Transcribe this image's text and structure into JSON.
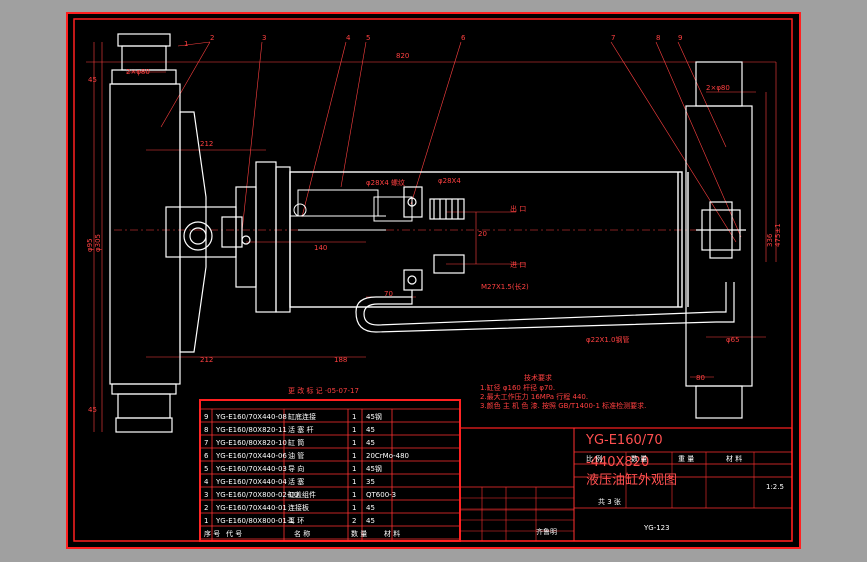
{
  "title_block": {
    "drawing_title_line1": "YG-E160/70",
    "drawing_title_line2": "-440X820",
    "drawing_title_line3": "液压油缸外观图",
    "drawing_number": "YG-123",
    "scale": "1:2.5",
    "sheet_count": "共 3 张",
    "school": "齐鲁明",
    "header_cells": [
      "比 例",
      "数 量",
      "重 量",
      "材 料"
    ]
  },
  "tech_requirements": {
    "heading": "技术要求",
    "lines": [
      "1.缸径 φ160 杆径 φ70.",
      "2.最大工作压力 16MPa 行程 440.",
      "3.颜色 主 机 色 漆.  按照 GB/T1400-1  标准检测要求."
    ]
  },
  "revision_note": "更 改 标 记 ·05-07-17",
  "parts_list": {
    "rows": [
      {
        "no": "9",
        "code": "YG-E160/70X440-08",
        "name": "缸底连接",
        "qty": "1",
        "material": "45钢"
      },
      {
        "no": "8",
        "code": "YG-E160/80X820-11",
        "name": "活 塞 杆",
        "qty": "1",
        "material": "45"
      },
      {
        "no": "7",
        "code": "YG-E160/80X820-10",
        "name": "缸 筒",
        "qty": "1",
        "material": "45"
      },
      {
        "no": "6",
        "code": "YG-E160/70X440-06",
        "name": "油 管",
        "qty": "1",
        "material": "20CrMo-480"
      },
      {
        "no": "5",
        "code": "YG-E160/70X440-03",
        "name": "导 向",
        "qty": "1",
        "material": "45钢"
      },
      {
        "no": "4",
        "code": "YG-E160/70X440-04",
        "name": "活 塞",
        "qty": "1",
        "material": "35"
      },
      {
        "no": "3",
        "code": "YG-E160/70X800-02-00",
        "name": "缸盖组件",
        "qty": "1",
        "material": "QT600-3"
      },
      {
        "no": "2",
        "code": "YG-E160/70X440-01",
        "name": "连接板",
        "qty": "1",
        "material": "45"
      },
      {
        "no": "1",
        "code": "YG-E160/80X800-01-1",
        "name": "耳 环",
        "qty": "2",
        "material": "45"
      }
    ],
    "footer": [
      "序 号",
      "代 号",
      "名 称",
      "数 量",
      "材 料"
    ]
  },
  "balloons": [
    "1",
    "2",
    "3",
    "4",
    "5",
    "6",
    "7",
    "8",
    "9"
  ],
  "dimensions": {
    "total_length": "820",
    "top_2x80": "2×φ80",
    "right_2x80": "2×φ80",
    "len_212_top": "212",
    "len_212_bot": "212",
    "len_140": "140",
    "len_188": "188",
    "len_70": "70",
    "len_20": "20",
    "dia_65": "φ65",
    "len_80": "80",
    "left_45_top": "45",
    "left_45_bot": "45",
    "left_phi": "φ95",
    "left_phi2": "φ305",
    "right_336": "336",
    "right_475": "475±1",
    "pipe_label_1": "φ28X4 螺纹",
    "pipe_label_2": "φ28X4",
    "pipe_label_3": "M27X1.5(长2)",
    "pipe_label_4": "φ22X1.0钢管",
    "port_label_1": "出 口",
    "port_label_2": "进 口"
  }
}
